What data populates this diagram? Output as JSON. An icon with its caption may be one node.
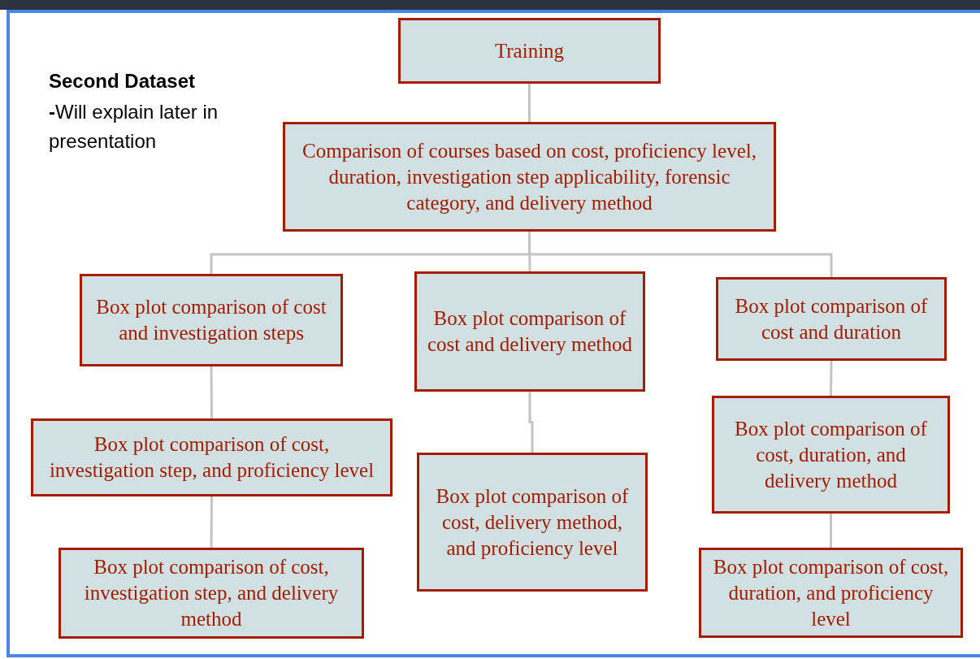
{
  "diagram": {
    "nodes": [
      {
        "text": [
          "Training"
        ]
      },
      {
        "text": [
          "Comparison of courses based on cost, proficiency level, duration, investigation step applicability, forensic category, and delivery method"
        ]
      },
      {
        "text": [
          "Box plot comparison of cost and investigation steps"
        ]
      },
      {
        "text": [
          "Box plot comparison of cost and delivery method"
        ]
      },
      {
        "text": [
          "Box plot comparison of cost and duration"
        ]
      },
      {
        "text": [
          "Box plot comparison of cost, investigation step, and proficiency level"
        ]
      },
      {
        "text": [
          "Box plot comparison of cost, delivery method, and proficiency level"
        ]
      },
      {
        "text": [
          "Box plot comparison of cost, duration, and delivery method"
        ]
      },
      {
        "text": [
          "Box plot comparison of cost, investigation step, and delivery method"
        ]
      },
      {
        "text": [
          "Box plot comparison of cost, duration, and proficiency level"
        ]
      }
    ],
    "edges": [
      {
        "from": 0,
        "to": 1,
        "arrow": "none"
      },
      {
        "from": 1,
        "to": 2,
        "arrow": "none"
      },
      {
        "from": 1,
        "to": 3,
        "arrow": "none"
      },
      {
        "from": 1,
        "to": 4,
        "arrow": "none"
      },
      {
        "from": 2,
        "to": 5,
        "arrow": "none"
      },
      {
        "from": 5,
        "to": 8,
        "arrow": "none"
      },
      {
        "from": 3,
        "to": 6,
        "arrow": "none"
      },
      {
        "from": 4,
        "to": 7,
        "arrow": "none"
      },
      {
        "from": 7,
        "to": 9,
        "arrow": "none"
      }
    ],
    "labels": [
      "Second Dataset",
      "**-**Will explain later in presentation"
    ]
  }
}
